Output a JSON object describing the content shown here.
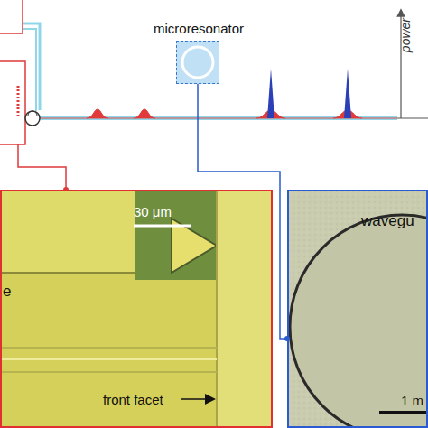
{
  "diagram": {
    "nodes": [
      {
        "text": [
          "microresonator"
        ]
      },
      {
        "text": [
          "30 μm",
          "e",
          "front facet"
        ]
      },
      {
        "text": [
          "wavegu",
          "1 m"
        ]
      }
    ],
    "edges": [
      {
        "from": 0,
        "to": 2,
        "arrow": "none"
      }
    ],
    "labels": [
      "power"
    ]
  }
}
